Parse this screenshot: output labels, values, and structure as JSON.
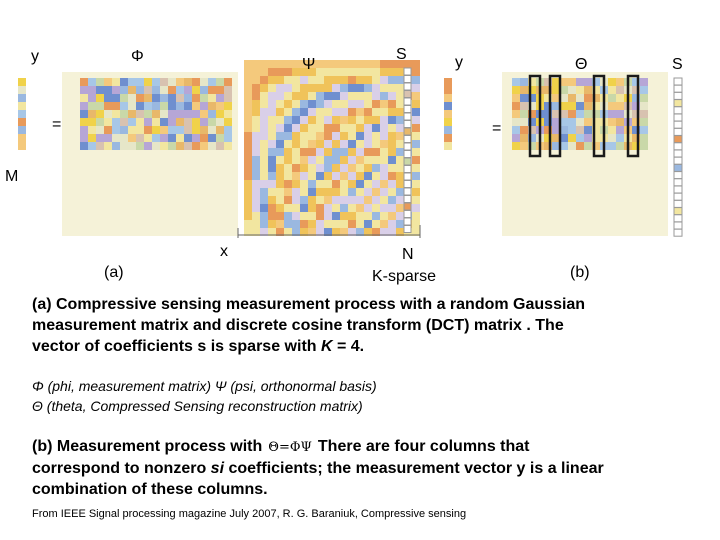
{
  "figure": {
    "labels": {
      "y_left": "y",
      "phi": "Φ",
      "psi": "Ψ",
      "s_left": "S",
      "y_right": "y",
      "theta": "Θ",
      "s_right": "S",
      "equals_left": "=",
      "equals_right": "=",
      "m": "M",
      "x": "x",
      "n": "N",
      "panel_a": "(a)",
      "k_sparse": "K-sparse",
      "panel_b": "(b)"
    },
    "colors": {
      "palette": [
        "#f0d24a",
        "#e8b86a",
        "#f2e6a0",
        "#9ab8e0",
        "#6f8fcf",
        "#d8c2b0",
        "#e89a5a",
        "#c9d8a8",
        "#a7c7e7",
        "#f4c97c",
        "#b6a6d6",
        "#e6e6c8"
      ],
      "sparse_highlight": "#1a1a1a",
      "panel_bg": "#f5f2d8"
    }
  },
  "caption_a": {
    "line1": "(a) Compressive sensing measurement process with a random Gaussian",
    "line2": "measurement matrix  and discrete cosine transform (DCT) matrix . The",
    "line3_pre": "vector of coefficients s is sparse with ",
    "line3_k": "K",
    "line3_post": " = 4."
  },
  "notes": {
    "line1": "Φ (phi, measurement matrix)   Ψ (psi, orthonormal basis)",
    "line2": "Θ (theta, Compressed Sensing reconstruction matrix)"
  },
  "caption_b": {
    "pre": "(b) Measurement process with",
    "formula": "Θ=ΦΨ",
    "post": "There are four columns that",
    "line2_pre": "correspond to nonzero ",
    "line2_si": "si",
    "line2_post": " coefficients; the measurement vector y is a linear",
    "line3": "combination of these columns."
  },
  "source": "From IEEE Signal processing magazine July 2007, R. G. Baraniuk, Compressive sensing"
}
